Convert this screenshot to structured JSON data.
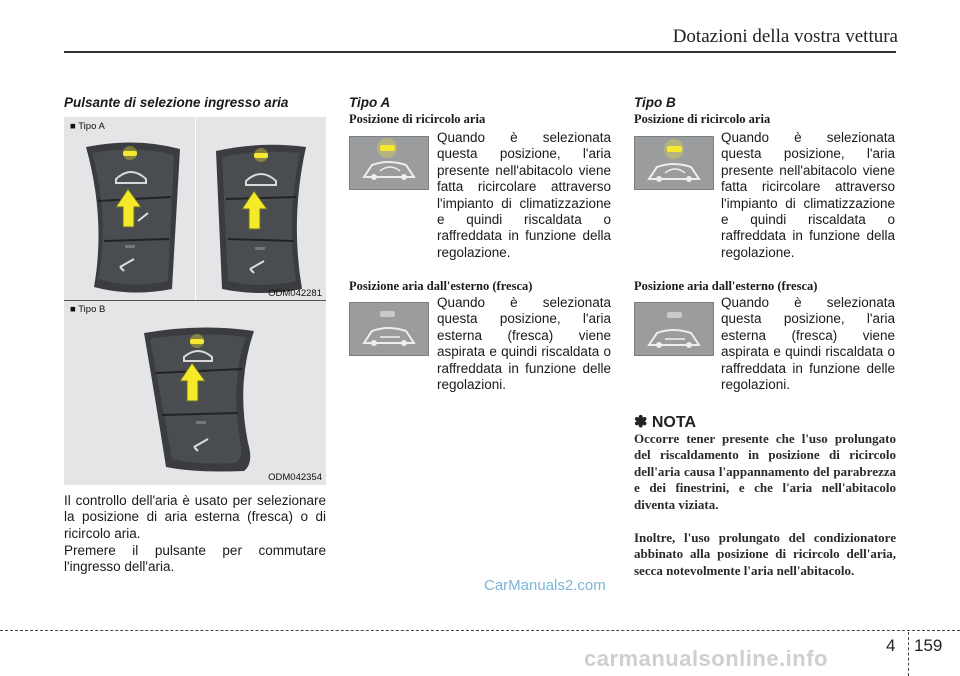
{
  "header": {
    "title": "Dotazioni della vostra vettura"
  },
  "left": {
    "heading": "Pulsante di selezione ingresso aria",
    "figure": {
      "label_a": "Tipo A",
      "code_a": "ODM042281",
      "label_b": "Tipo B",
      "code_b": "ODM042354",
      "bullet": "■"
    },
    "para1": "Il controllo dell'aria è usato per selezionare la posizione di aria esterna (fresca) o di ricircolo aria.",
    "para2": "Premere il pulsante per commutare l'ingresso dell'aria."
  },
  "middle": {
    "heading": "Tipo A",
    "recirc_title": "Posizione di ricircolo aria",
    "recirc_text": "Quando è selezionata questa posizione, l'aria presente nell'abitacolo viene fatta ricircolare attraverso l'impianto di climatizzazione e quindi riscaldata o raffreddata in funzione della regolazione.",
    "fresh_title": "Posizione aria dall'esterno (fresca)",
    "fresh_text": "Quando è selezionata questa posizione, l'aria esterna (fresca) viene aspirata e quindi riscaldata o raffreddata in funzione delle regolazioni."
  },
  "right": {
    "heading": "Tipo B",
    "recirc_title": "Posizione di ricircolo aria",
    "recirc_text": "Quando è selezionata questa posizione, l'aria presente nell'abitacolo viene fatta ricircolare attraverso l'impianto di climatizzazione e quindi riscaldata o raffreddata in funzione della regolazione.",
    "fresh_title": "Posizione aria dall'esterno (fresca)",
    "fresh_text": "Quando è selezionata questa posizione, l'aria esterna (fresca) viene aspirata e quindi riscaldata o raffreddata in funzione delle regolazioni.",
    "nota": {
      "icon": "✽",
      "title": "NOTA",
      "text1": "Occorre tener presente che l'uso prolungato del riscaldamento in posizione di ricircolo dell'aria causa l'appannamento del parabrezza e dei finestrini, e che l'aria nell'abitacolo diventa viziata.",
      "text2": "Inoltre, l'uso prolungato del condizionatore abbinato alla posizione di ricircolo dell'aria, secca notevolmente l'aria nell'abitacolo."
    }
  },
  "watermark": "CarManuals2.com",
  "footer": {
    "chapter": "4",
    "page": "159",
    "brand": "carmanualsonline.info"
  },
  "colors": {
    "indicator_on": "#f6e832",
    "arrow": "#f4ea28",
    "panel_dark": "#3a3c3f"
  }
}
